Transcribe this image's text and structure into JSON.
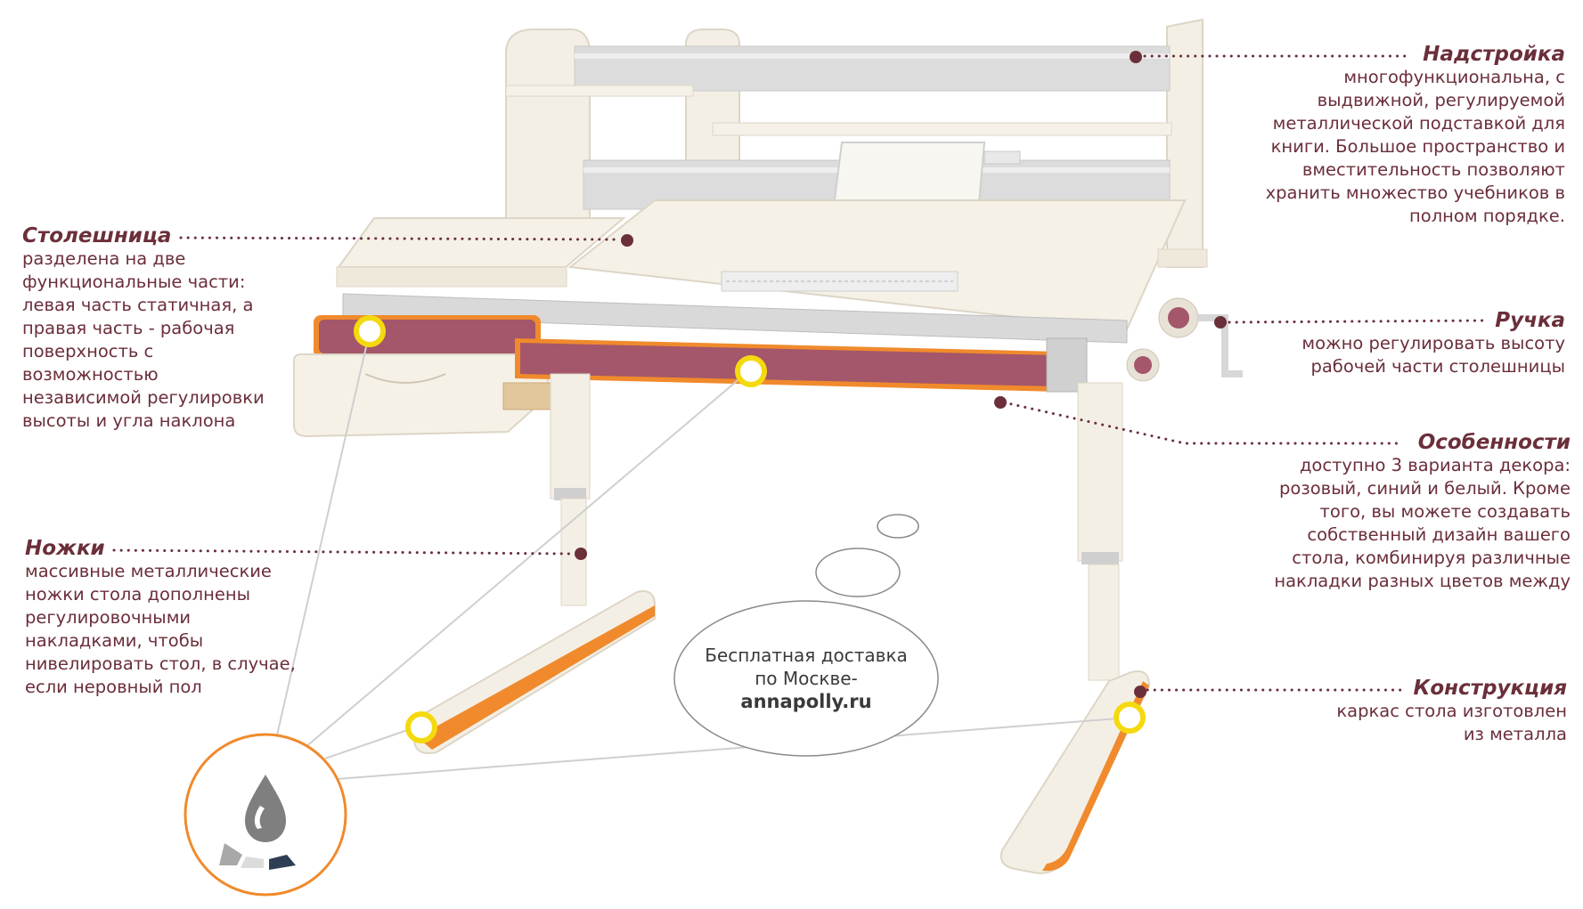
{
  "callouts": {
    "nadstroyka": {
      "title": "Надстройка",
      "lines": [
        "многофункциональна, с",
        "выдвижной, регулируемой",
        "металлической подставкой для",
        "книги. Большое пространство и",
        "вместительность позволяют",
        "хранить множество учебников в",
        "полном порядке."
      ]
    },
    "stoleshnitsa": {
      "title": "Столешница",
      "lines": [
        "разделена на две",
        "функциональные части:",
        "левая часть статичная, а",
        "правая часть - рабочая",
        "поверхность с",
        "возможностью",
        "независимой регулировки",
        "высоты  и угла наклона"
      ]
    },
    "ruchka": {
      "title": "Ручка",
      "lines": [
        "можно регулировать высоту",
        "рабочей части столешницы"
      ]
    },
    "osobennosti": {
      "title": "Особенности",
      "lines": [
        "доступно 3 варианта декора:",
        "розовый, синий и белый. Кроме",
        "того, вы можете создавать",
        "собственный дизайн вашего",
        "стола, комбинируя различные",
        "накладки разных цветов между"
      ]
    },
    "nozhki": {
      "title": "Ножки",
      "lines": [
        "массивные металлические",
        "ножки стола дополнены",
        "регулировочными",
        "накладками, чтобы",
        "нивелировать стол, в случае,",
        "если неровный пол"
      ]
    },
    "konstruktsiya": {
      "title": "Конструкция",
      "lines": [
        "каркас стола изготовлен",
        "из металла"
      ]
    }
  },
  "bubble": {
    "line1": "Бесплатная доставка",
    "line2": "по Москве-",
    "site": "annapolly.ru"
  },
  "icons": {
    "drop": "water-drop-icon"
  },
  "colors": {
    "text": "#6b2f3a",
    "accent_orange": "#f08a2c",
    "trim_rose": "#a4566a",
    "marker_yellow": "#f5d90f",
    "desk_cream": "#f3ede2"
  }
}
